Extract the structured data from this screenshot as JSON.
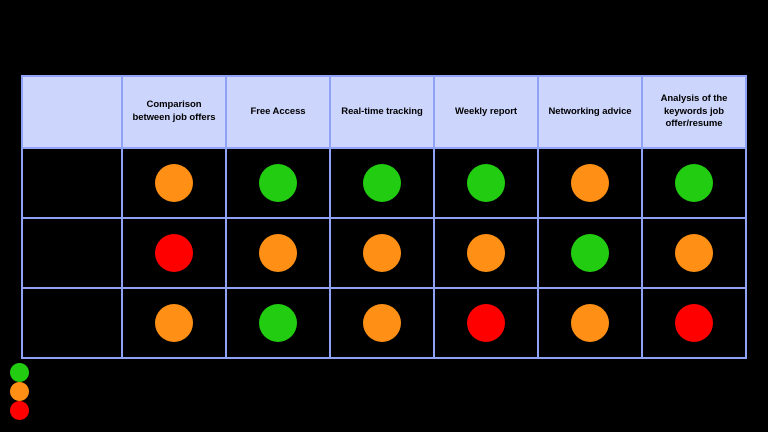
{
  "table": {
    "corner_label": "",
    "columns": [
      "Comparison between job offers",
      "Free Access",
      "Real-time tracking",
      "Weekly report",
      "Networking advice",
      "Analysis of the keywords job offer/resume"
    ],
    "rows": [
      {
        "label": "",
        "ratings": [
          "orange",
          "green",
          "green",
          "green",
          "orange",
          "green"
        ]
      },
      {
        "label": "",
        "ratings": [
          "red",
          "orange",
          "orange",
          "orange",
          "green",
          "orange"
        ]
      },
      {
        "label": "",
        "ratings": [
          "orange",
          "green",
          "orange",
          "red",
          "orange",
          "red"
        ]
      }
    ]
  },
  "legend": {
    "items": [
      {
        "color": "green",
        "label": ""
      },
      {
        "color": "orange",
        "label": ""
      },
      {
        "color": "red",
        "label": ""
      }
    ]
  },
  "colors": {
    "green": "#22cc11",
    "orange": "#ff9015",
    "red": "#ff0000",
    "header_fill": "#ccd5fb",
    "border": "#8fa2f5",
    "background": "#000000"
  }
}
